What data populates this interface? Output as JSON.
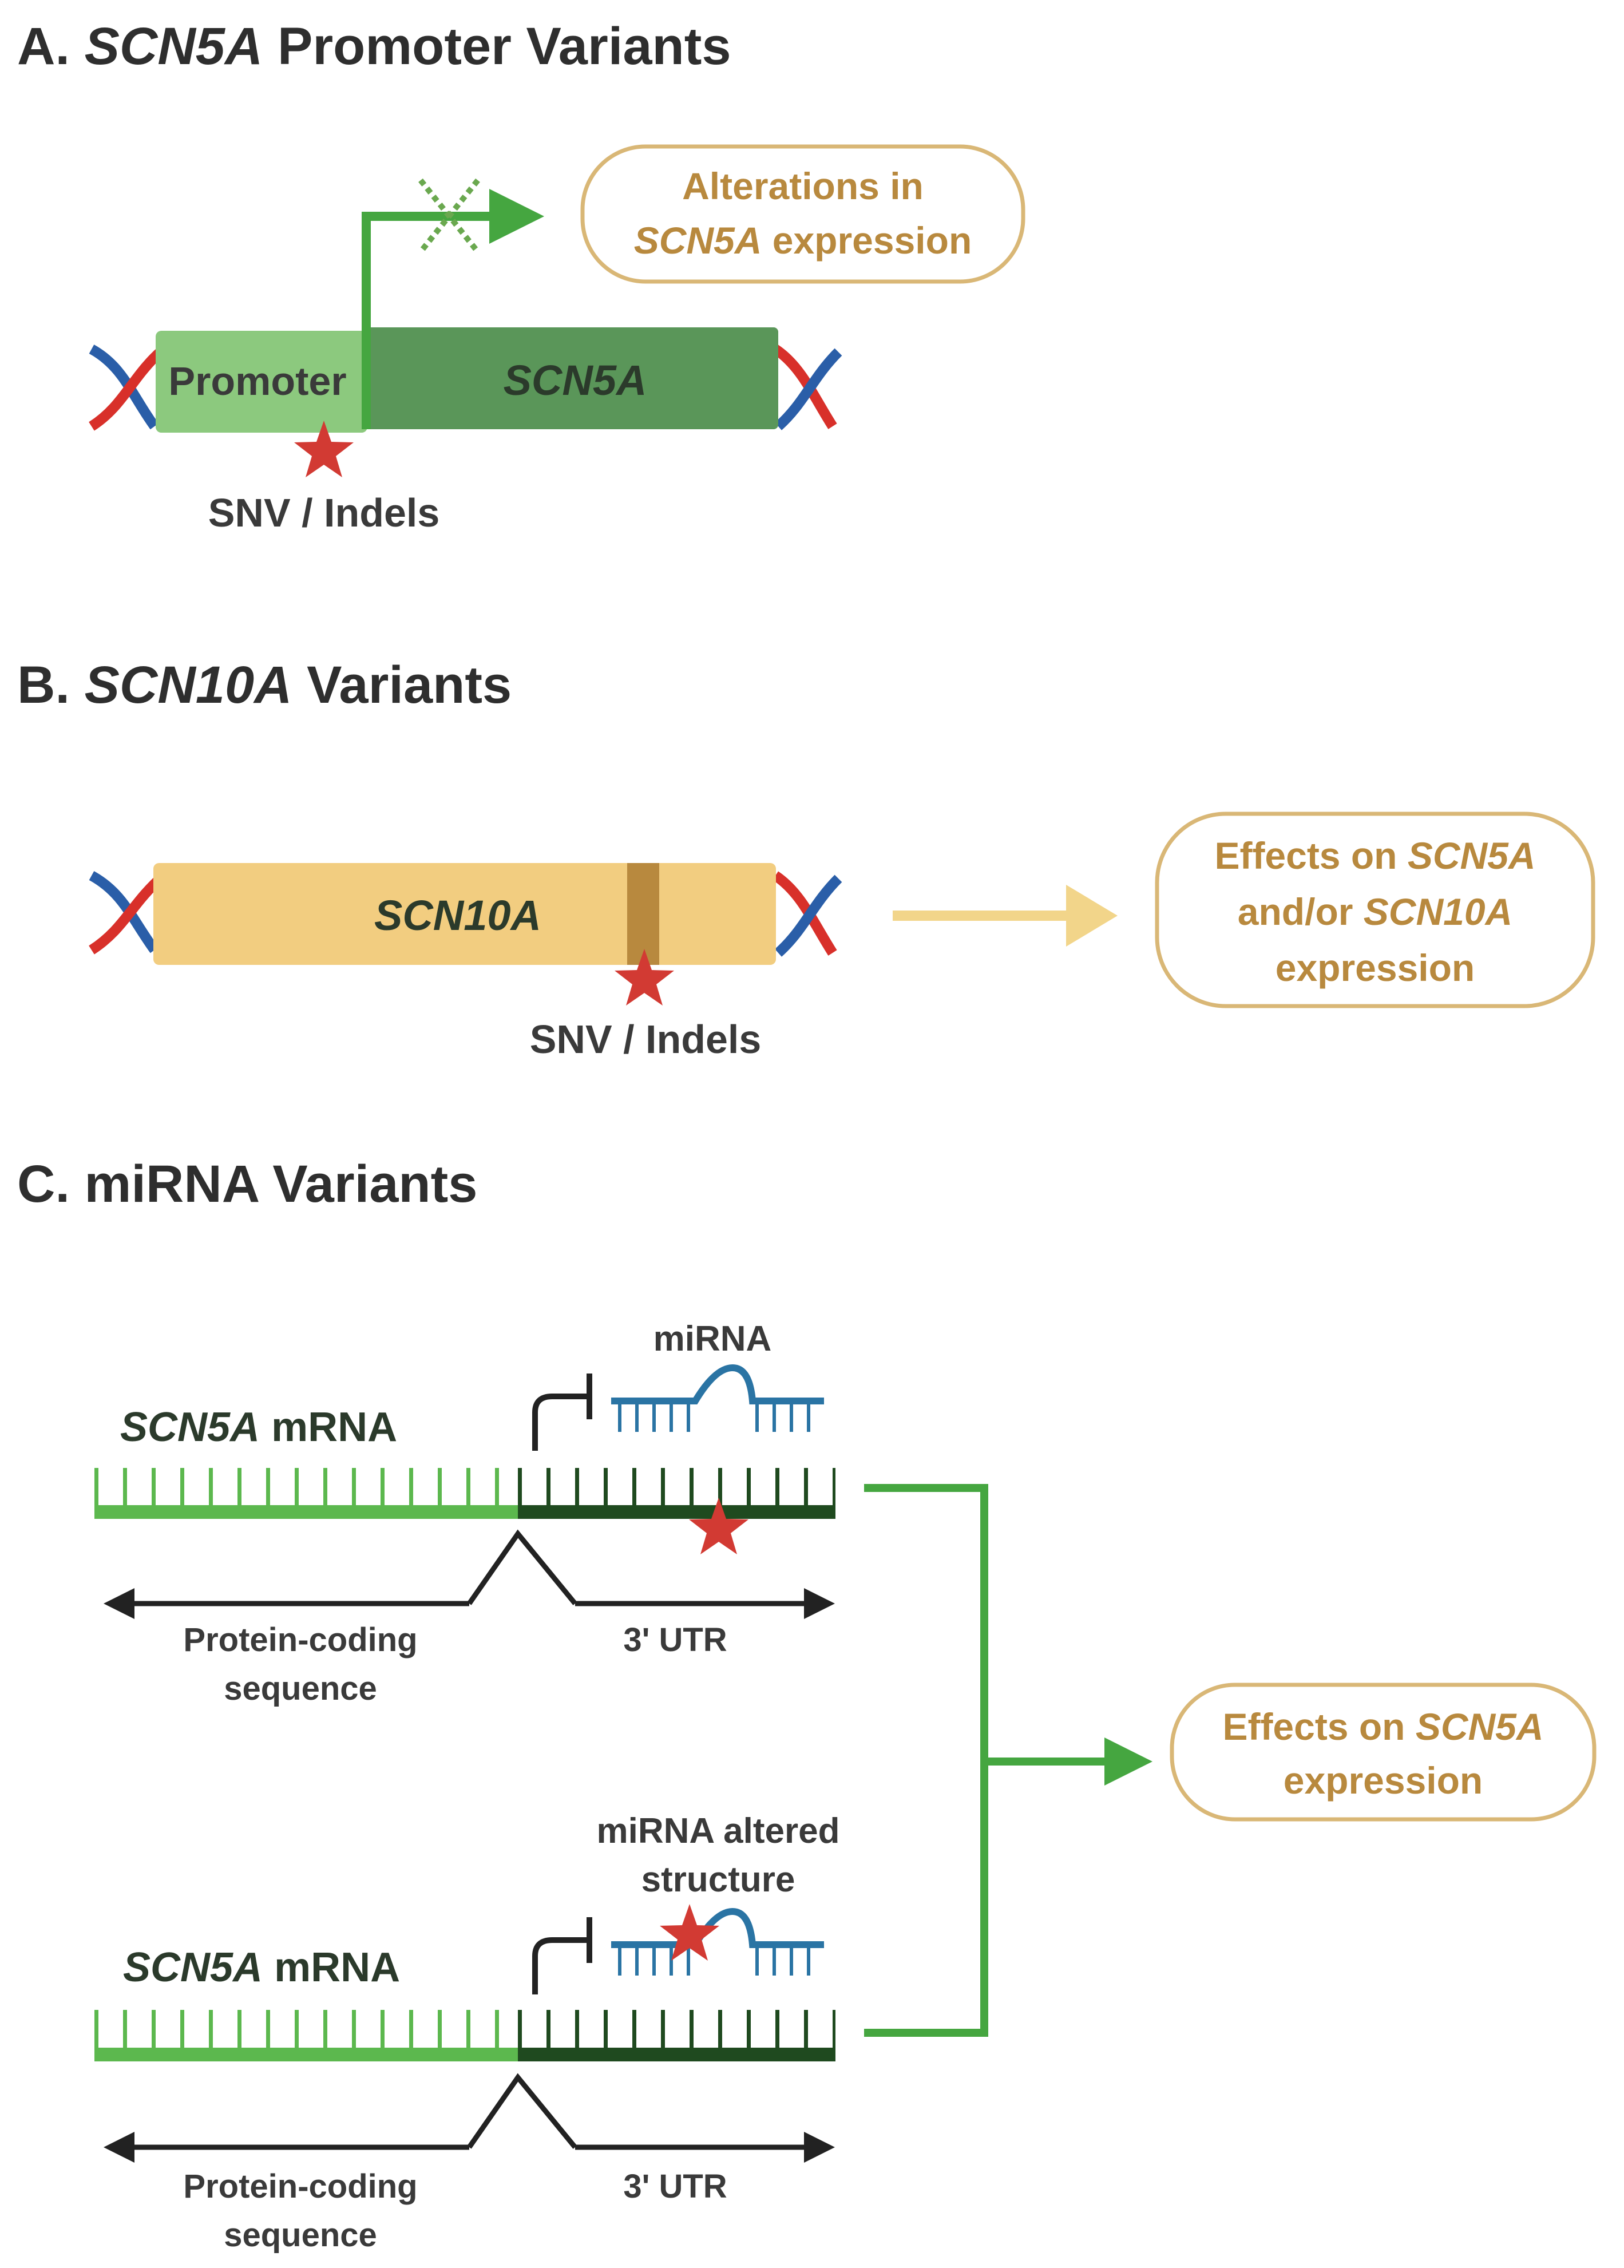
{
  "panel_a": {
    "title_letter": "A. ",
    "title_gene": "SCN5A",
    "title_rest": " Promoter Variants",
    "promoter_label": "Promoter",
    "gene_label": "SCN5A",
    "variant_label": "SNV / Indels",
    "outcome_line1": "Alterations in",
    "outcome_line2_gene": "SCN5A",
    "outcome_line2_rest": " expression"
  },
  "panel_b": {
    "title_letter": "B. ",
    "title_gene": "SCN10A",
    "title_rest": " Variants",
    "gene_label": "SCN10A",
    "variant_label": "SNV / Indels",
    "outcome_line1_pre": "Effects on ",
    "outcome_line1_gene": "SCN5A",
    "outcome_line2_pre": "and/or ",
    "outcome_line2_gene": "SCN10A",
    "outcome_line3": "expression"
  },
  "panel_c": {
    "title": "C. miRNA Variants",
    "top": {
      "mirna_label": "miRNA",
      "mrna_gene": "SCN5A",
      "mrna_rest": " mRNA",
      "cds_line1": "Protein-coding",
      "cds_line2": "sequence",
      "utr_label": "3' UTR"
    },
    "bottom": {
      "mirna_label_line1": "miRNA altered",
      "mirna_label_line2": "structure",
      "mrna_gene": "SCN5A",
      "mrna_rest": " mRNA",
      "cds_line1": "Protein-coding",
      "cds_line2": "sequence",
      "utr_label": "3' UTR"
    },
    "outcome_line1_pre": "Effects on ",
    "outcome_line1_gene": "SCN5A",
    "outcome_line2": "expression"
  },
  "colors": {
    "promoter": "#8cc97e",
    "gene_a": "#5a9659",
    "gene_b": "#f2cd80",
    "gene_b_band": "#b8893e",
    "arrow_green": "#45a640",
    "arrow_yellow": "#f2d58a",
    "outcome_text": "#b8893e",
    "star": "#d23a33",
    "mirna": "#2a74a4",
    "mrna_light": "#5cb84e",
    "mrna_dark": "#1f4a1f",
    "dna_red": "#d8302a",
    "dna_blue": "#2a5ea8"
  }
}
